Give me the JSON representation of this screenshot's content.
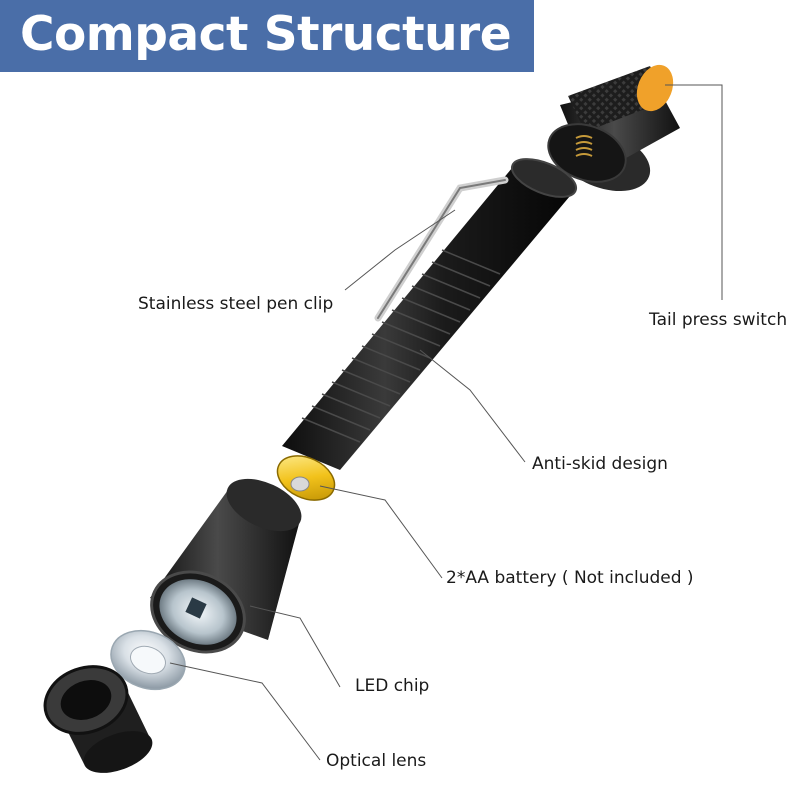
{
  "banner": {
    "title": "Compact Structure",
    "background_color": "#4a6ea8",
    "text_color": "#ffffff"
  },
  "callouts": {
    "pen_clip": "Stainless steel pen clip",
    "tail_switch": "Tail press switch",
    "anti_skid": "Anti-skid design",
    "battery": "2*AA battery ( Not included )",
    "led_chip": "LED chip",
    "optical_lens": "Optical lens"
  },
  "parts": [
    {
      "name": "tail-cap",
      "accent_color": "#f0a12a"
    },
    {
      "name": "flashlight-body",
      "accent_color": "#1c1c1c"
    },
    {
      "name": "battery",
      "accent_color": "#f2c21b"
    },
    {
      "name": "head"
    },
    {
      "name": "led-chip"
    },
    {
      "name": "lens-ring"
    }
  ]
}
